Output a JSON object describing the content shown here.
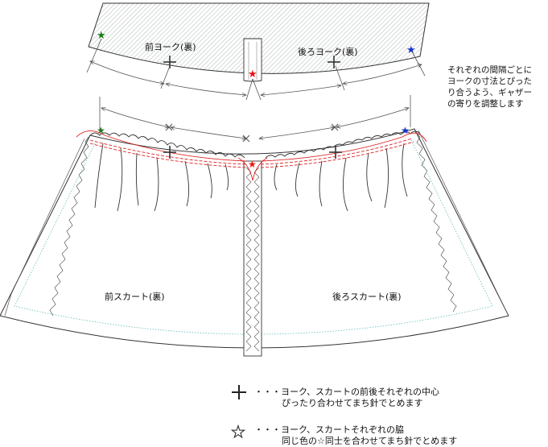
{
  "labels": {
    "front_yoke": "前ヨーク(裏)",
    "back_yoke": "後ろヨーク(裏)",
    "front_skirt": "前スカート(裏)",
    "back_skirt": "後ろスカート(裏)"
  },
  "note_lines": [
    "それぞれの間隔ごとに",
    "ヨークの寸法とぴった",
    "り合うよう、ギャザー",
    "の寄りを調整します"
  ],
  "legend": {
    "cross_line1": "・・・ヨーク、スカートの前後それぞれの中心",
    "cross_line2": "ぴったり合わせてまち針でとめます",
    "star_line1": "・・・ヨーク、スカートそれぞれの脇",
    "star_line2": "同じ色の☆同士を合わせてまち針でとめます"
  },
  "colors": {
    "side_left_star": "#1a7a1a",
    "center_star": "#ee1111",
    "side_right_star": "#1133cc",
    "stitch_line": "#dd2222",
    "seam_allowance": "#66bbbb"
  }
}
